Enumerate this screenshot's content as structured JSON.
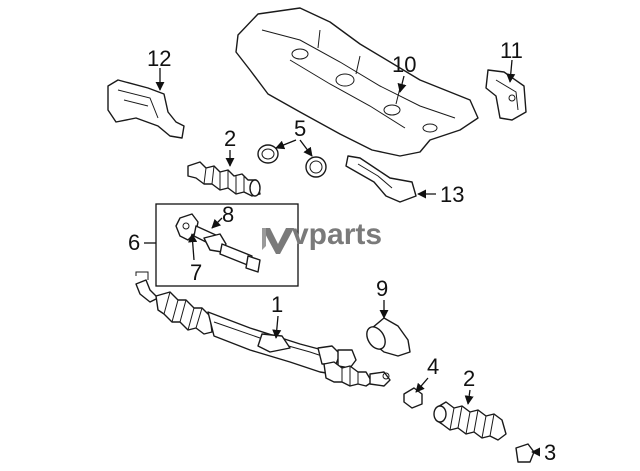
{
  "callouts": {
    "c1": "1",
    "c2a": "2",
    "c2b": "2",
    "c3": "3",
    "c4": "4",
    "c5": "5",
    "c6": "6",
    "c7": "7",
    "c8": "8",
    "c9": "9",
    "c10": "10",
    "c11": "11",
    "c12": "12",
    "c13": "13"
  },
  "watermark": {
    "logo_mark": "V",
    "text": "vparts"
  },
  "colors": {
    "line": "#1a1a1a",
    "watermark": "#7a7a7a"
  }
}
